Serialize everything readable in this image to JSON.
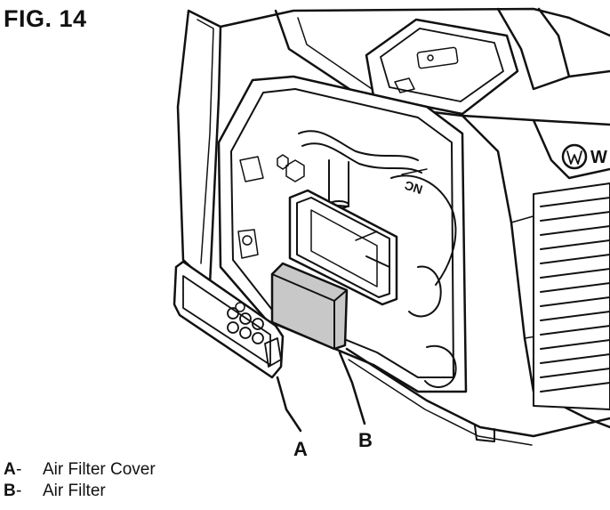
{
  "figure": {
    "title": "FIG. 14",
    "badge_text": "W"
  },
  "callouts": [
    {
      "letter": "A"
    },
    {
      "letter": "B"
    }
  ],
  "legend": [
    {
      "key": "A",
      "sep": "-",
      "text": "Air Filter Cover"
    },
    {
      "key": "B",
      "sep": "-",
      "text": "Air Filter"
    }
  ],
  "colors": {
    "line": "#111111",
    "filter_fill": "#c8c8c8",
    "paper": "#ffffff"
  }
}
